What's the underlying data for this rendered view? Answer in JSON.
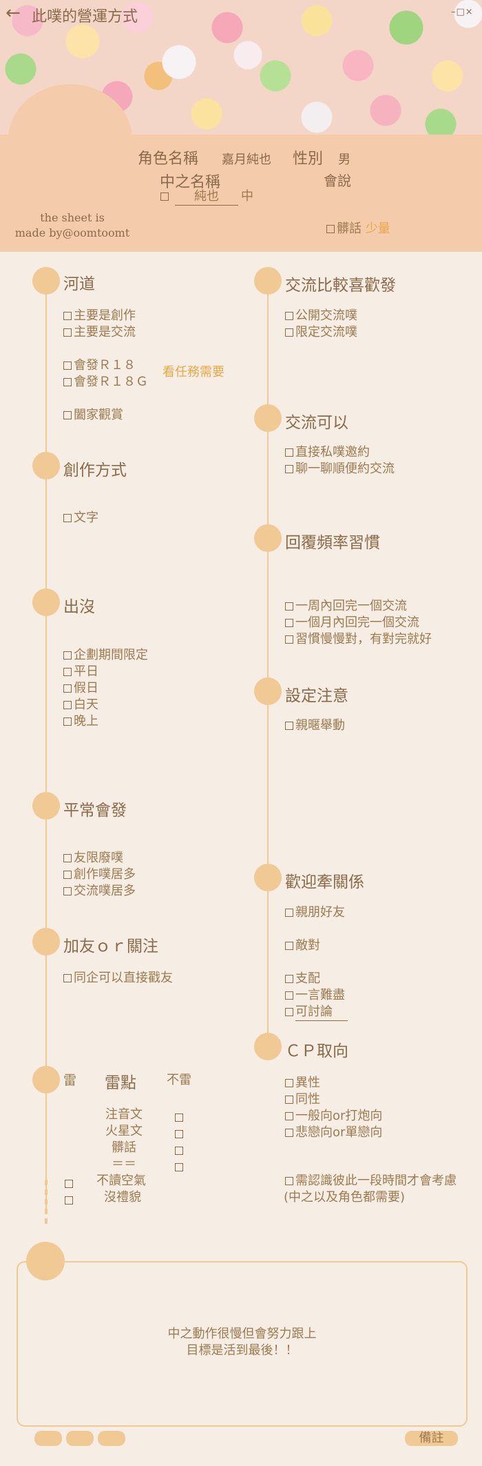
{
  "topbar": {
    "title": "此噗的營運方式",
    "back_icon": "←",
    "window_controls": "–□×"
  },
  "header": {
    "role_label": "角色名稱",
    "role_value": "嘉月純也",
    "gender_label": "性別",
    "gender_value": "男",
    "pl_label": "中之名稱",
    "speak_label": "會說",
    "pl_name": "純也",
    "pl_suffix": "中",
    "credit_line1": "the sheet is",
    "credit_line2": "made by@oomtoomt",
    "dirty_label": "髒話",
    "dirty_value": "少量"
  },
  "left": [
    {
      "title": "河道",
      "items": [
        "主要是創作",
        "主要是交流",
        "會發Ｒ１８",
        "會發Ｒ１８Ｇ",
        "闔家觀賞"
      ],
      "note": "看任務需要"
    },
    {
      "title": "創作方式",
      "items": [
        "文字"
      ]
    },
    {
      "title": "出沒",
      "items": [
        "企劃期間限定",
        "平日",
        "假日",
        "白天",
        "晚上"
      ]
    },
    {
      "title": "平常會發",
      "items": [
        "友限廢噗",
        "創作噗居多",
        "交流噗居多"
      ]
    },
    {
      "title": "加友ｏｒ關注",
      "items": [
        "同企可以直接戳友"
      ]
    }
  ],
  "mines": {
    "title": "雷",
    "col1": "雷點",
    "col2": "不雷",
    "rows": [
      "注音文",
      "火星文",
      "髒話",
      "＝＝"
    ],
    "extra": [
      "不讀空氣",
      "沒禮貌"
    ]
  },
  "right": [
    {
      "title": "交流比較喜歡發",
      "items": [
        "公開交流噗",
        "限定交流噗"
      ]
    },
    {
      "title": "交流可以",
      "items": [
        "直接私噗邀約",
        "聊一聊順便約交流"
      ]
    },
    {
      "title": "回覆頻率習慣",
      "items": [
        "一周內回完一個交流",
        "一個月內回完一個交流",
        "習慣慢慢對，有對完就好"
      ]
    },
    {
      "title": "設定注意",
      "items": [
        "親暱舉動"
      ]
    },
    {
      "title": "歡迎牽關係",
      "items": [
        "親朋好友",
        "敵對",
        "支配",
        "一言難盡",
        "可討論"
      ]
    },
    {
      "title": "ＣＰ取向",
      "items": [
        "異性",
        "同性",
        "一般向or打炮向",
        "悲戀向or單戀向"
      ],
      "extra": "需認識彼此一段時間才會考慮",
      "extra2": "(中之以及角色都需要)"
    }
  ],
  "note": {
    "line1": "中之動作很慢但會努力跟上",
    "line2": "目標是活到最後！！",
    "footer": "備註"
  }
}
